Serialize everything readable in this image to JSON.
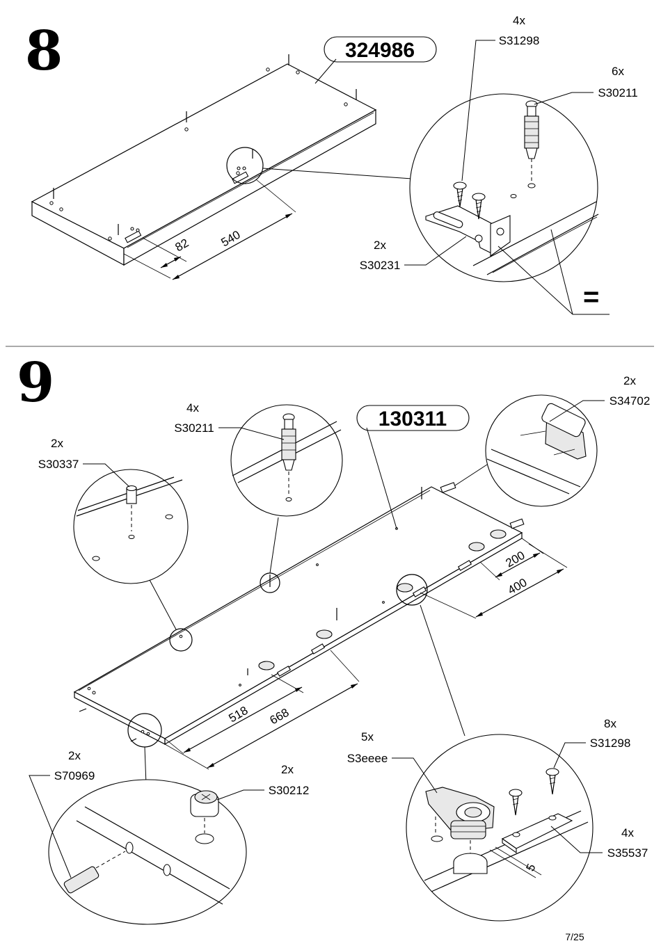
{
  "page": {
    "number": "7/25"
  },
  "step8": {
    "step_number": "8",
    "panel_code": "324986",
    "dimensions": [
      "82",
      "540"
    ],
    "callouts": [
      {
        "qty": "4x",
        "code": "S31298"
      },
      {
        "qty": "6x",
        "code": "S30211"
      },
      {
        "qty": "2x",
        "code": "S30231"
      }
    ],
    "equal_sign": "="
  },
  "step9": {
    "step_number": "9",
    "panel_code": "130311",
    "dimensions": [
      "200",
      "400",
      "518",
      "668",
      "5"
    ],
    "callouts": [
      {
        "qty": "4x",
        "code": "S30211"
      },
      {
        "qty": "2x",
        "code": "S30337"
      },
      {
        "qty": "2x",
        "code": "S34702"
      },
      {
        "qty": "2x",
        "code": "S70969"
      },
      {
        "qty": "2x",
        "code": "S30212"
      },
      {
        "qty": "5x",
        "code": "S3eeee"
      },
      {
        "qty": "8x",
        "code": "S31298"
      },
      {
        "qty": "4x",
        "code": "S35537"
      }
    ]
  }
}
